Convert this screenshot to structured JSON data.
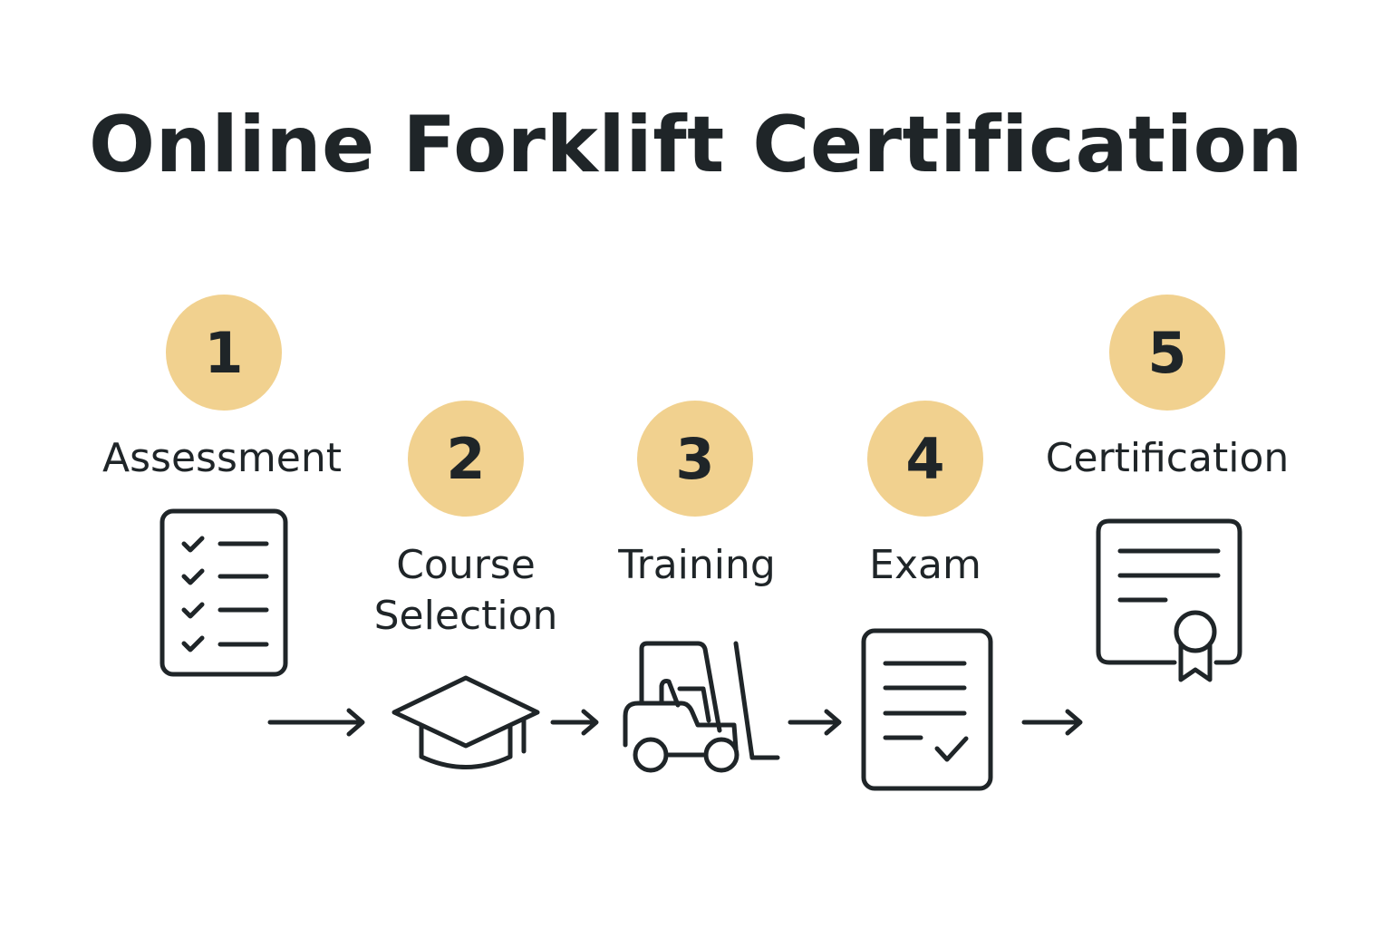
{
  "title": "Online Forklift Certification",
  "steps": [
    {
      "number": "1",
      "label": [
        "Assessment"
      ],
      "icon": "checklist-icon"
    },
    {
      "number": "2",
      "label": [
        "Course",
        "Selection"
      ],
      "icon": "graduation-cap-icon"
    },
    {
      "number": "3",
      "label": [
        "Training"
      ],
      "icon": "forklift-icon"
    },
    {
      "number": "4",
      "label": [
        "Exam"
      ],
      "icon": "exam-document-icon"
    },
    {
      "number": "5",
      "label": [
        "Certification"
      ],
      "icon": "certificate-icon"
    }
  ],
  "connector_icon": "arrow-right-icon",
  "colors": {
    "badge": "#f1d18f",
    "ink": "#1f2528",
    "background": "#ffffff"
  }
}
